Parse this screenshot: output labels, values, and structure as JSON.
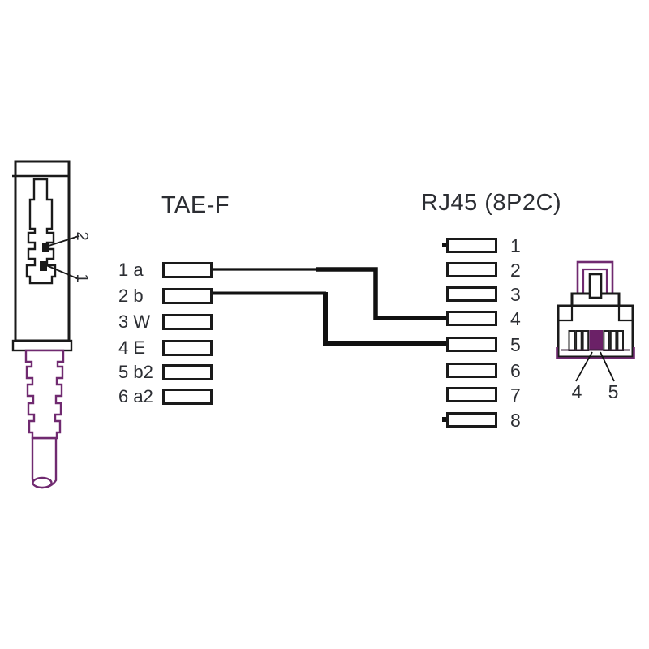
{
  "tae": {
    "title": "TAE-F",
    "pins": [
      "1 a",
      "2 b",
      "3 W",
      "4 E",
      "5 b2",
      "6 a2"
    ]
  },
  "rj45": {
    "title": "RJ45 (8P2C)",
    "pins": [
      "1",
      "2",
      "3",
      "4",
      "5",
      "6",
      "7",
      "8"
    ]
  },
  "tae_plug": {
    "upper_contact_label": "2",
    "lower_contact_label": "1"
  },
  "rj45_plug": {
    "pin4_label": "4",
    "pin5_label": "5"
  },
  "connections": [
    {
      "from": "TAE-F 1 a",
      "to": "RJ45 4"
    },
    {
      "from": "TAE-F 2 b",
      "to": "RJ45 5"
    }
  ],
  "colors": {
    "outline": "#1a1a1a",
    "purple": "#702a70",
    "contact_fill": "#6b2167",
    "text": "#2c2e33",
    "background": "#ffffff"
  }
}
